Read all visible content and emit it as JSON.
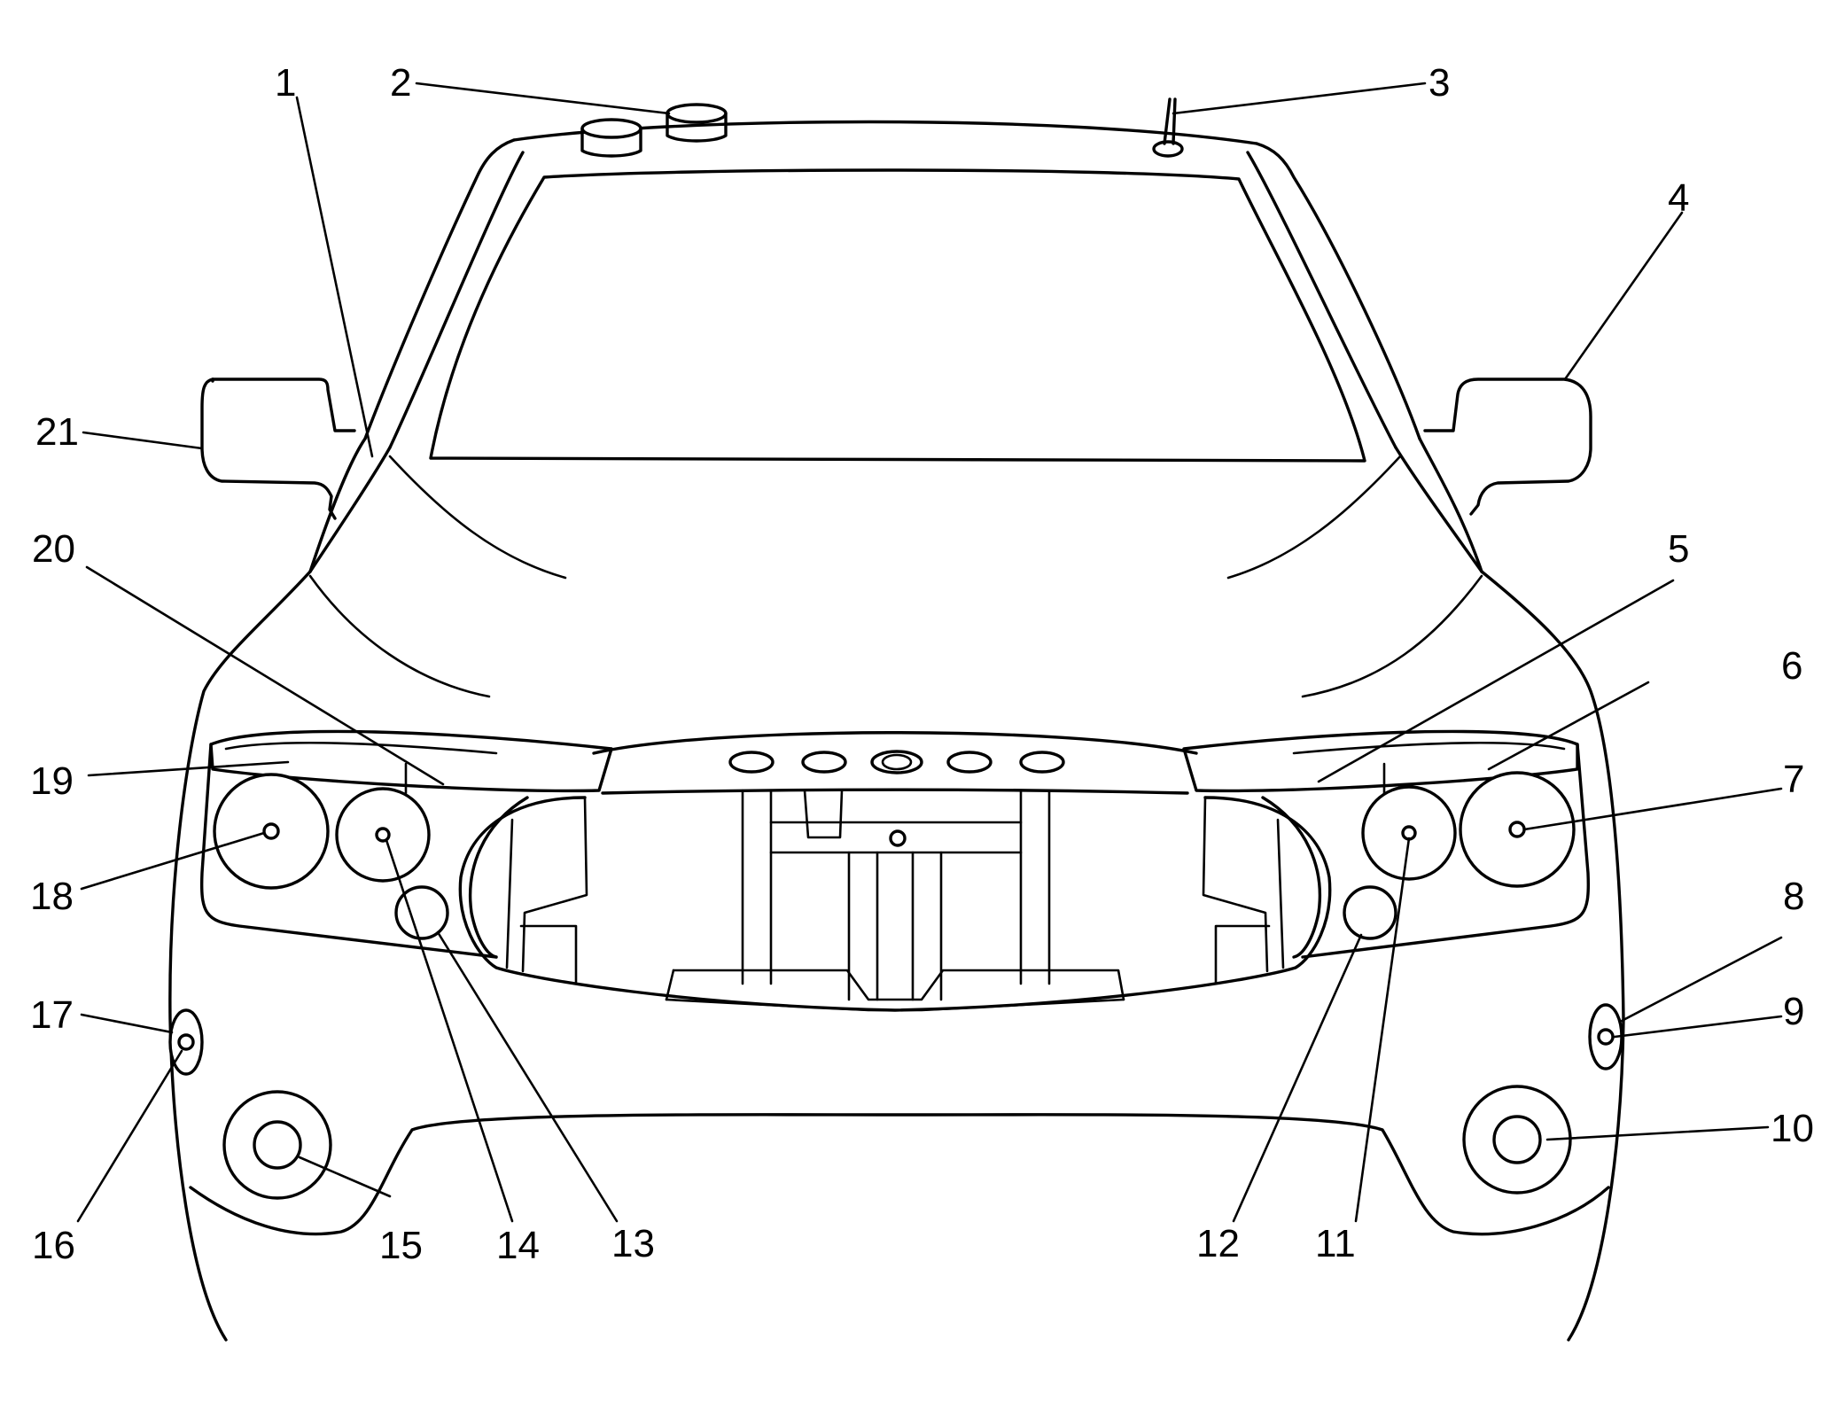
{
  "figure": {
    "background": "#ffffff",
    "line_color": "#000000"
  },
  "callouts": [
    {
      "id": "c1",
      "label": "1"
    },
    {
      "id": "c2",
      "label": "2"
    },
    {
      "id": "c3",
      "label": "3"
    },
    {
      "id": "c4",
      "label": "4"
    },
    {
      "id": "c5",
      "label": "5"
    },
    {
      "id": "c6",
      "label": "6"
    },
    {
      "id": "c7",
      "label": "7"
    },
    {
      "id": "c8",
      "label": "8"
    },
    {
      "id": "c9",
      "label": "9"
    },
    {
      "id": "c10",
      "label": "10"
    },
    {
      "id": "c11",
      "label": "11"
    },
    {
      "id": "c12",
      "label": "12"
    },
    {
      "id": "c13",
      "label": "13"
    },
    {
      "id": "c14",
      "label": "14"
    },
    {
      "id": "c15",
      "label": "15"
    },
    {
      "id": "c16",
      "label": "16"
    },
    {
      "id": "c17",
      "label": "17"
    },
    {
      "id": "c18",
      "label": "18"
    },
    {
      "id": "c19",
      "label": "19"
    },
    {
      "id": "c20",
      "label": "20"
    },
    {
      "id": "c21",
      "label": "21"
    }
  ]
}
